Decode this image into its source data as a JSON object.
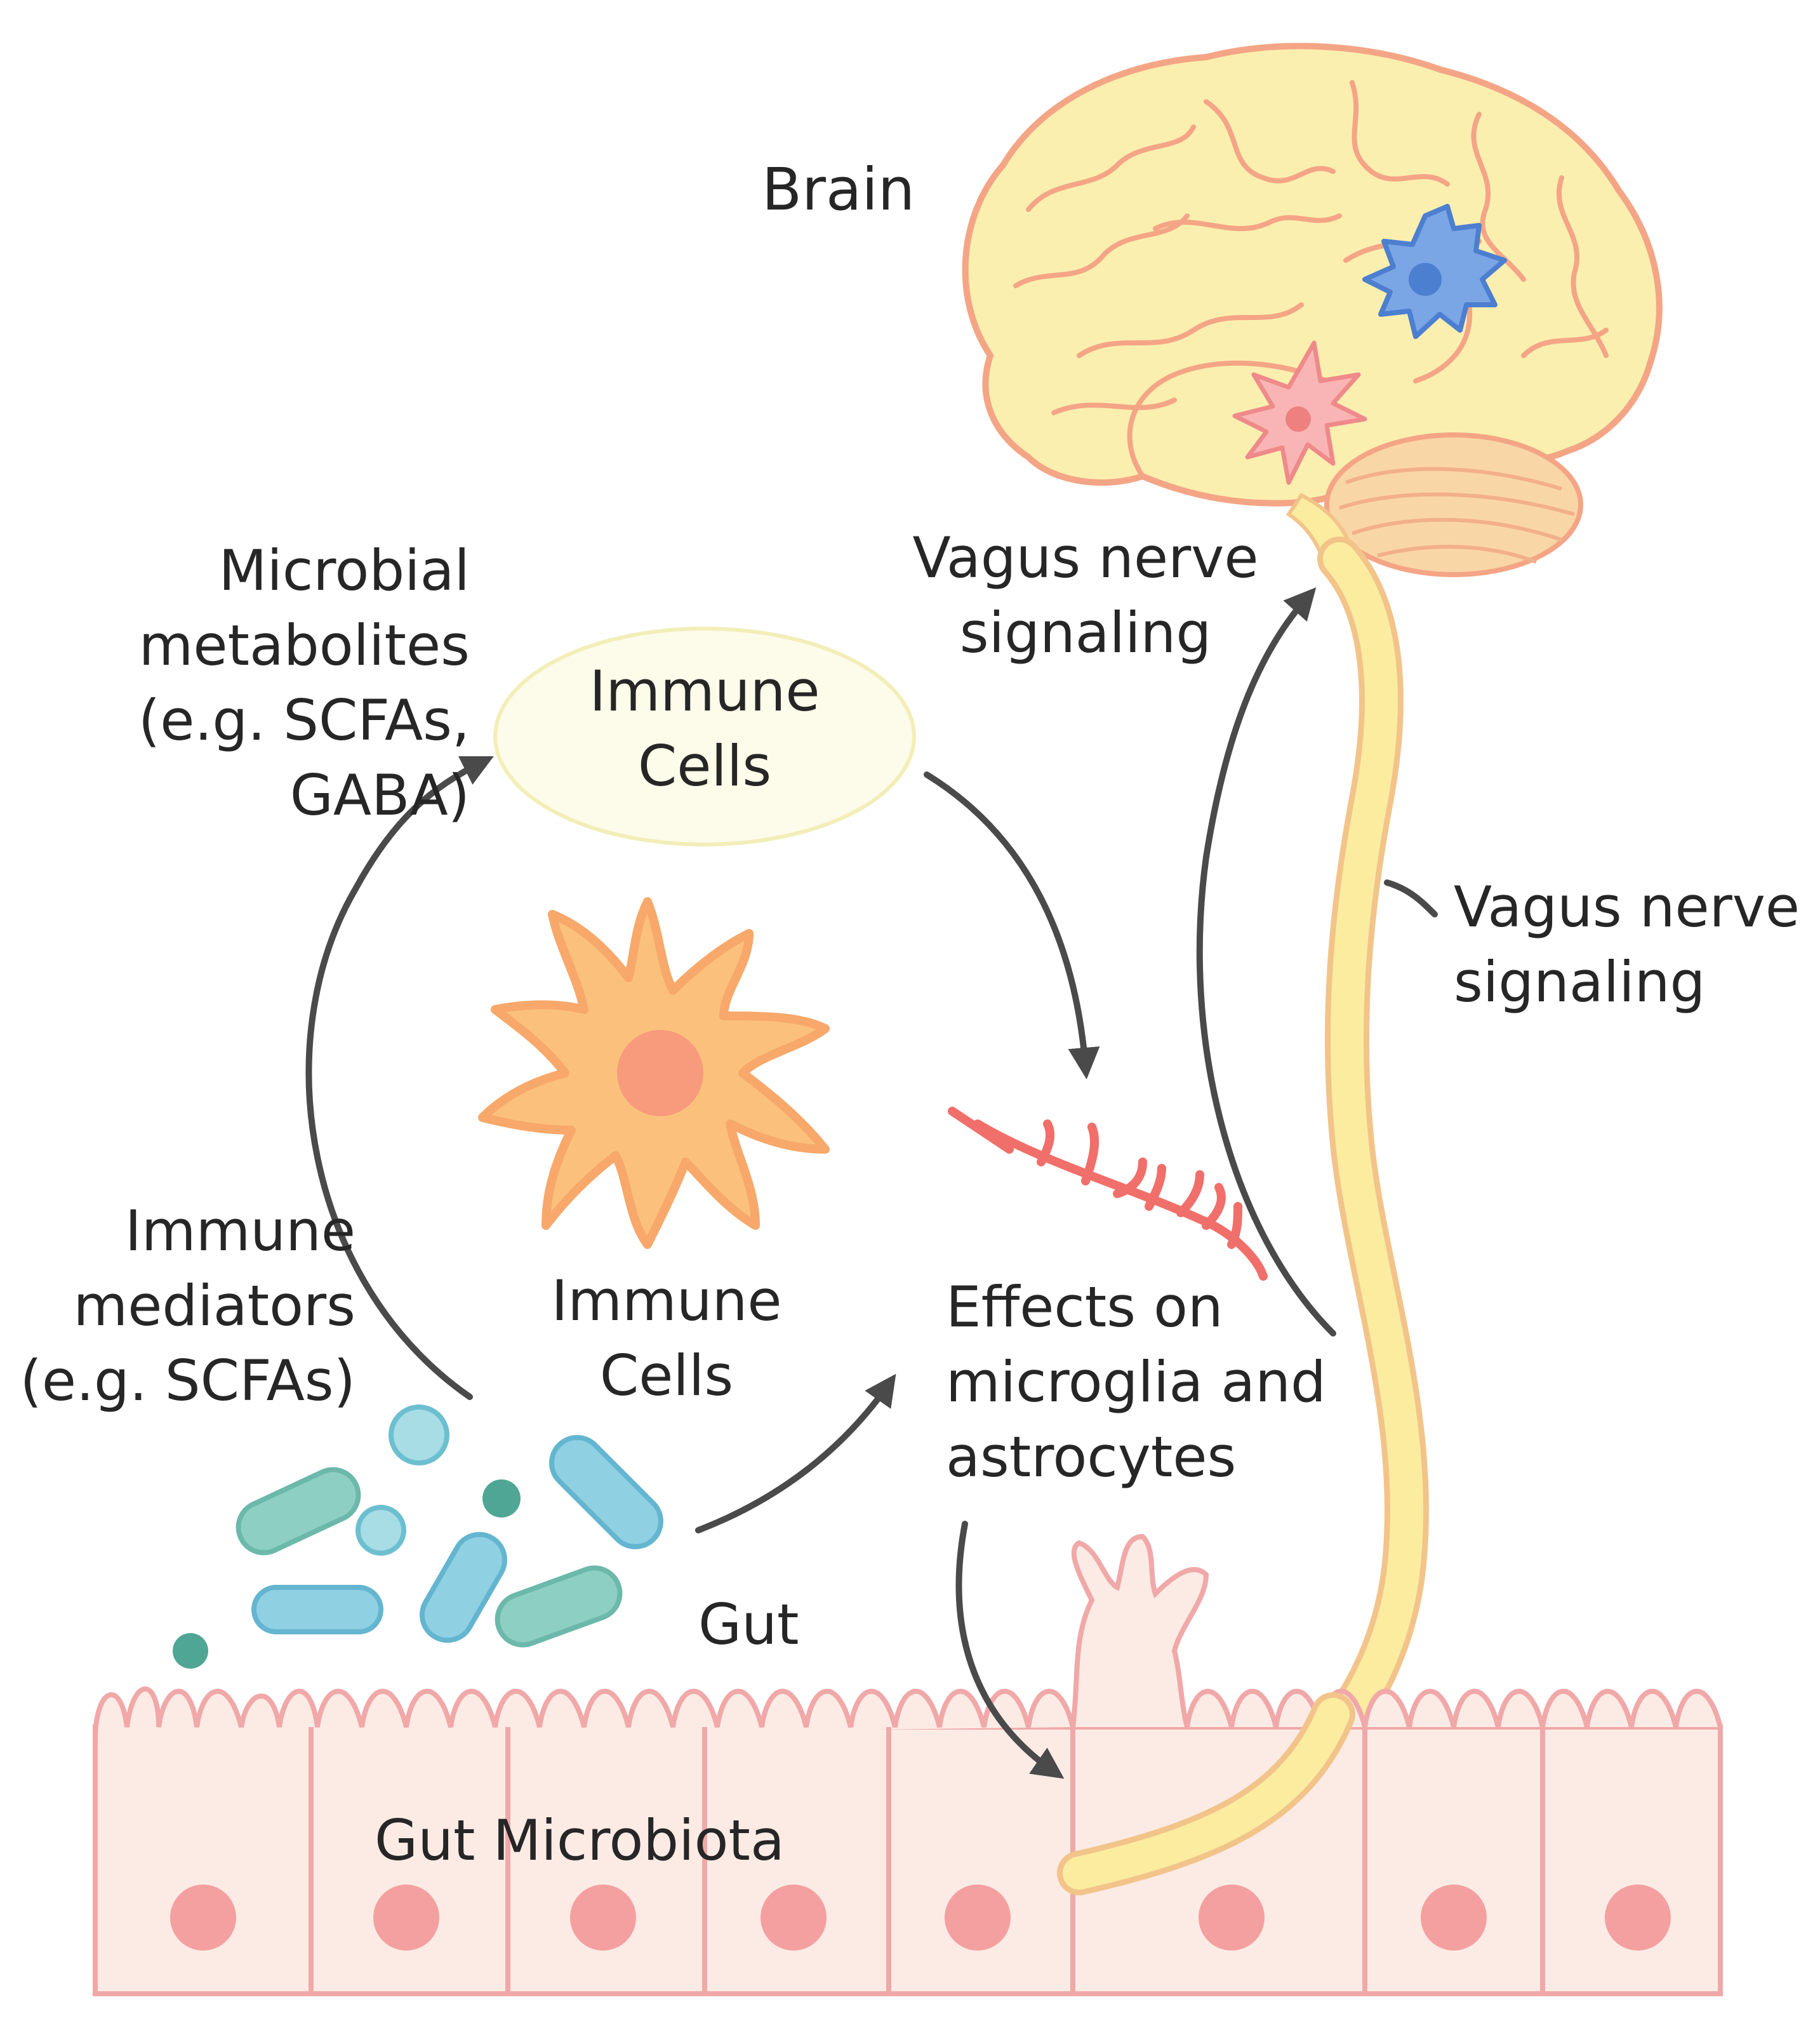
{
  "labels": {
    "brain": "Brain",
    "vagus_top": [
      "Vagus nerve",
      "signaling"
    ],
    "vagus_side": [
      "Vagus nerve",
      "signaling"
    ],
    "microbial": [
      "Microbial",
      "metabolites",
      "(e.g. SCFAs,",
      "GABA)"
    ],
    "immune_oval": [
      "Immune",
      "Cells"
    ],
    "immune_center": [
      "Immune",
      "Cells"
    ],
    "immune_mediators": [
      "Immune",
      "mediators",
      "(e.g. SCFAs)"
    ],
    "effects": [
      "Effects on",
      "microglia and",
      "astrocytes"
    ],
    "gut": "Gut",
    "gut_microbiota": "Gut Microbiota"
  },
  "colors": {
    "brain_fill": "#fbefb0",
    "brain_stroke": "#f4a585",
    "nerve_fill": "#fbeca0",
    "nerve_stroke": "#f2c48a",
    "immune_cell": "#fbbe78",
    "microglia_blue": "#6f9ee0",
    "astrocyte_pink": "#f7a8a8",
    "gut_cell_fill": "#fcebe5",
    "gut_cell_stroke": "#f0a8a8",
    "nucleus": "#f4a0a0",
    "bacteria_blue": "#8fd0e3",
    "bacteria_teal": "#8ecfc4",
    "arrow": "#4a4a4a"
  }
}
